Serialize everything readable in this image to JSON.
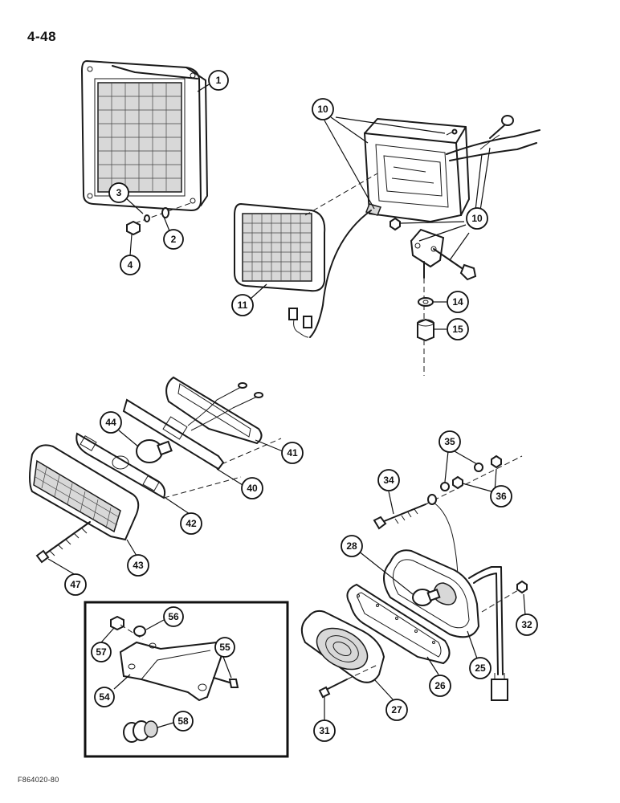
{
  "page_number": "4-48",
  "figure_code": "F864020-80",
  "callouts": [
    {
      "id": "c1",
      "label": "1"
    },
    {
      "id": "c2",
      "label": "2"
    },
    {
      "id": "c3",
      "label": "3"
    },
    {
      "id": "c4",
      "label": "4"
    },
    {
      "id": "c10a",
      "label": "10"
    },
    {
      "id": "c10b",
      "label": "10"
    },
    {
      "id": "c11",
      "label": "11"
    },
    {
      "id": "c14",
      "label": "14"
    },
    {
      "id": "c15",
      "label": "15"
    },
    {
      "id": "c44",
      "label": "44"
    },
    {
      "id": "c41",
      "label": "41"
    },
    {
      "id": "c40",
      "label": "40"
    },
    {
      "id": "c42",
      "label": "42"
    },
    {
      "id": "c43",
      "label": "43"
    },
    {
      "id": "c47",
      "label": "47"
    },
    {
      "id": "c35",
      "label": "35"
    },
    {
      "id": "c34",
      "label": "34"
    },
    {
      "id": "c36",
      "label": "36"
    },
    {
      "id": "c28",
      "label": "28"
    },
    {
      "id": "c32",
      "label": "32"
    },
    {
      "id": "c25",
      "label": "25"
    },
    {
      "id": "c26",
      "label": "26"
    },
    {
      "id": "c27",
      "label": "27"
    },
    {
      "id": "c31",
      "label": "31"
    },
    {
      "id": "c56",
      "label": "56"
    },
    {
      "id": "c57",
      "label": "57"
    },
    {
      "id": "c55",
      "label": "55"
    },
    {
      "id": "c54",
      "label": "54"
    },
    {
      "id": "c58",
      "label": "58"
    }
  ]
}
